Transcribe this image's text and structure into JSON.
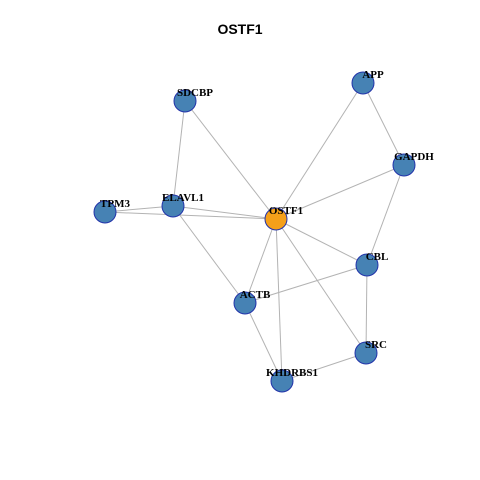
{
  "title": "OSTF1",
  "colors": {
    "center_node": "#f5a01a",
    "neighbor_node": "#4682b4",
    "node_border": "#2233aa",
    "edge": "#b3b3b3"
  },
  "nodes": [
    {
      "id": "OSTF1",
      "label": "OSTF1",
      "role": "center"
    },
    {
      "id": "APP",
      "label": "APP",
      "role": "neighbor"
    },
    {
      "id": "SDCBP",
      "label": "SDCBP",
      "role": "neighbor"
    },
    {
      "id": "GAPDH",
      "label": "GAPDH",
      "role": "neighbor"
    },
    {
      "id": "ELAVL1",
      "label": "ELAVL1",
      "role": "neighbor"
    },
    {
      "id": "TPM3",
      "label": "TPM3",
      "role": "neighbor"
    },
    {
      "id": "CBL",
      "label": "CBL",
      "role": "neighbor"
    },
    {
      "id": "ACTB",
      "label": "ACTB",
      "role": "neighbor"
    },
    {
      "id": "SRC",
      "label": "SRC",
      "role": "neighbor"
    },
    {
      "id": "KHDRBS1",
      "label": "KHDRBS1",
      "role": "neighbor"
    }
  ],
  "edges": [
    [
      "OSTF1",
      "APP"
    ],
    [
      "OSTF1",
      "SDCBP"
    ],
    [
      "OSTF1",
      "GAPDH"
    ],
    [
      "OSTF1",
      "ELAVL1"
    ],
    [
      "OSTF1",
      "TPM3"
    ],
    [
      "OSTF1",
      "CBL"
    ],
    [
      "OSTF1",
      "ACTB"
    ],
    [
      "OSTF1",
      "SRC"
    ],
    [
      "OSTF1",
      "KHDRBS1"
    ],
    [
      "APP",
      "GAPDH"
    ],
    [
      "GAPDH",
      "CBL"
    ],
    [
      "SDCBP",
      "ELAVL1"
    ],
    [
      "TPM3",
      "ELAVL1"
    ],
    [
      "ELAVL1",
      "ACTB"
    ],
    [
      "ACTB",
      "CBL"
    ],
    [
      "ACTB",
      "KHDRBS1"
    ],
    [
      "CBL",
      "SRC"
    ],
    [
      "SRC",
      "KHDRBS1"
    ]
  ]
}
